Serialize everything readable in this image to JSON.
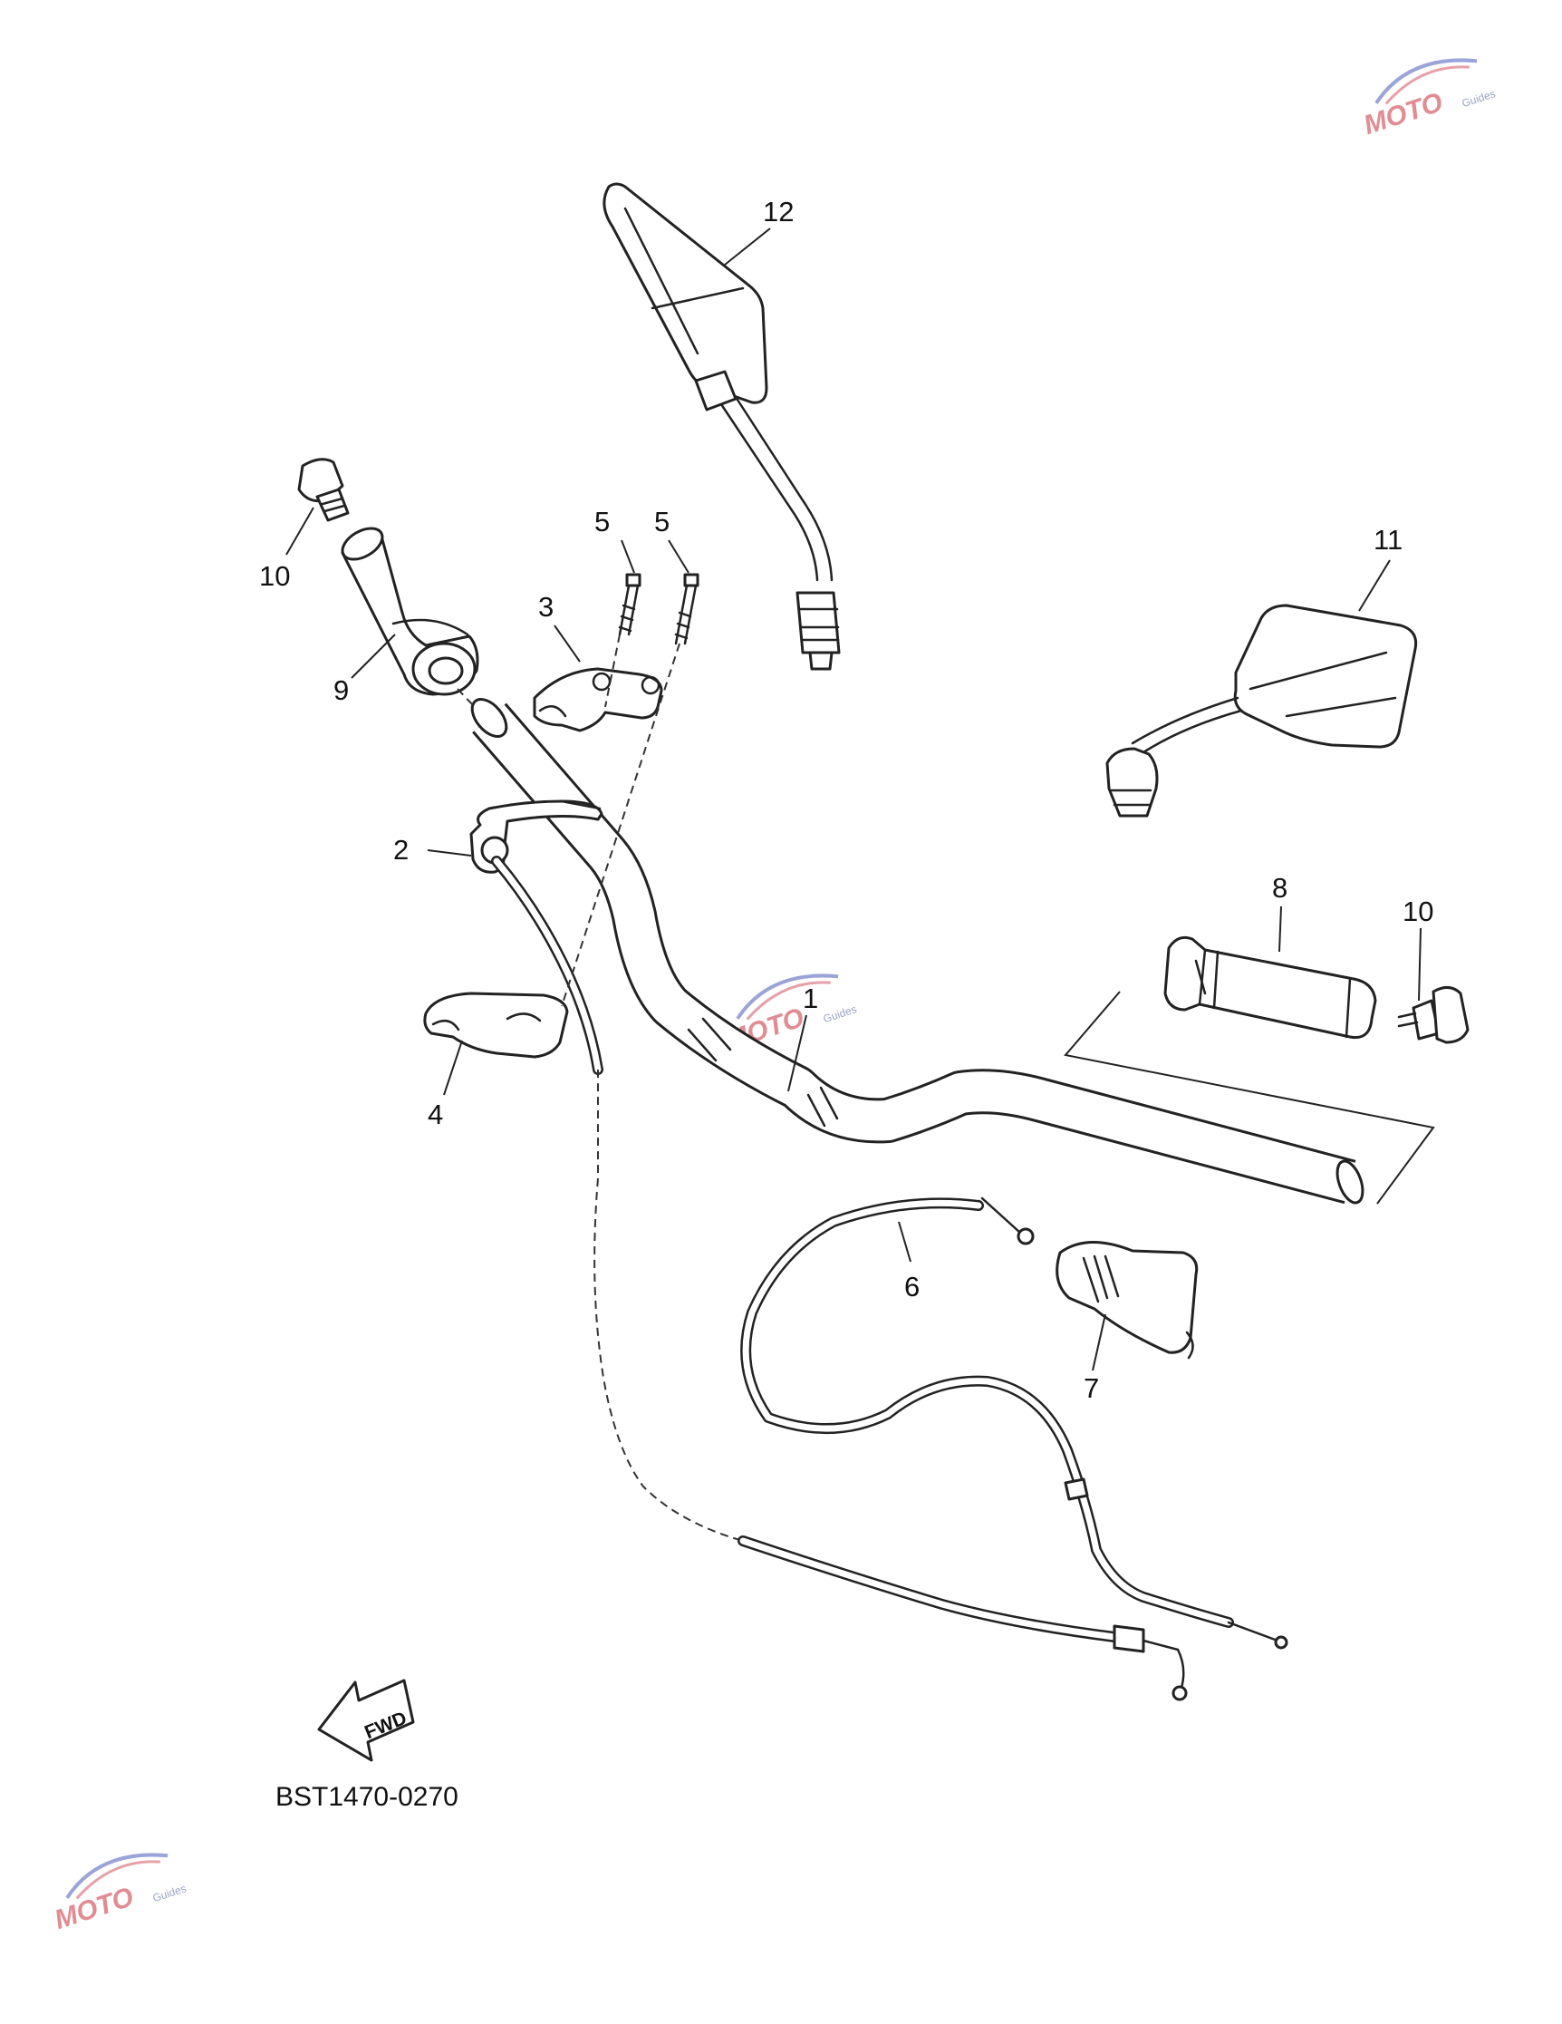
{
  "diagram": {
    "callouts": [
      "1",
      "2",
      "3",
      "4",
      "5",
      "5",
      "6",
      "7",
      "8",
      "9",
      "10",
      "10",
      "11",
      "12"
    ],
    "fwd_label": "FWD",
    "diagram_code": "BST1470-0270"
  },
  "watermark": {
    "brand": "MOTO",
    "sub": "Guides"
  }
}
